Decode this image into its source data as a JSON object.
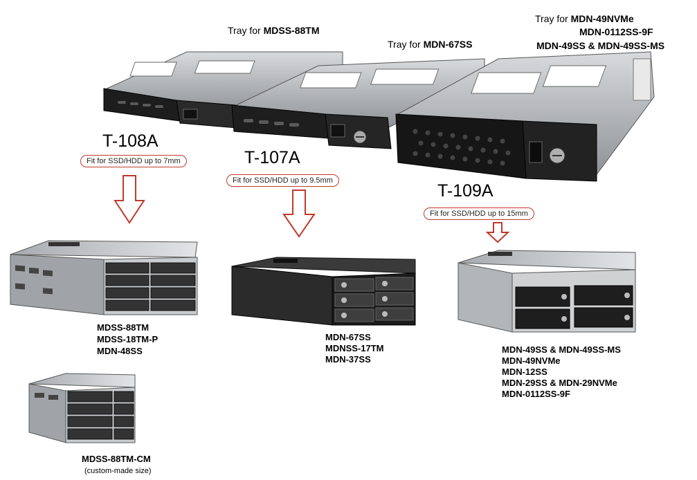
{
  "trays": {
    "t108_caption_prefix": "Tray for ",
    "t108_caption_model": "MDSS-88TM",
    "t107_caption_prefix": "Tray for ",
    "t107_caption_model": "MDN-67SS",
    "t109_caption_prefix": "Tray for ",
    "t109_caption_lines": [
      "MDN-49NVMe",
      "MDN-0112SS-9F",
      "MDN-49SS & MDN-49SS-MS"
    ]
  },
  "groups": [
    {
      "code": "T-108A",
      "fit": "Fit for SSD/HDD up to 7mm",
      "models": [
        "MDSS-88TM",
        "MDSS-18TM-P",
        "MDN-48SS"
      ]
    },
    {
      "code": "T-107A",
      "fit": "Fit for SSD/HDD up to 9.5mm",
      "models": [
        "MDN-67SS",
        "MDNSS-17TM",
        "MDN-37SS"
      ]
    },
    {
      "code": "T-109A",
      "fit": "Fit for SSD/HDD up to 15mm",
      "models": [
        "MDN-49SS & MDN-49SS-MS",
        "MDN-49NVMe",
        "MDN-12SS",
        "MDN-29SS & MDN-29NVMe",
        "MDN-0112SS-9F"
      ]
    }
  ],
  "custom": {
    "model": "MDSS-88TM-CM",
    "note": "(custom-made size)"
  },
  "colors": {
    "arrow": "#c0392b",
    "metal": "#b9bcbf",
    "metal_dark": "#7d8185",
    "black_face": "#1c1c1c"
  }
}
